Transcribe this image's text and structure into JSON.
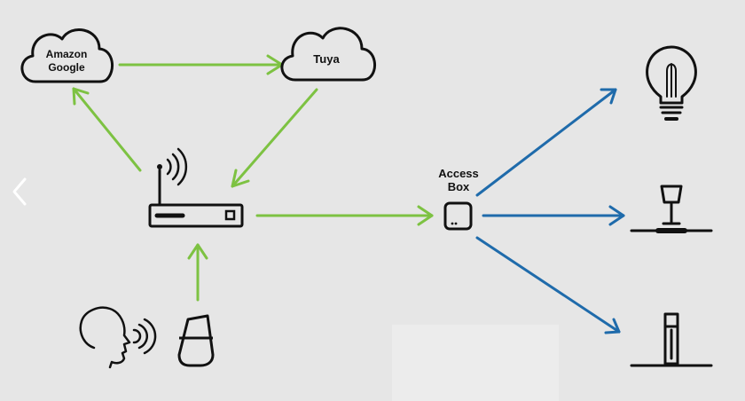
{
  "nodes": {
    "cloud_left": {
      "line1": "Amazon",
      "line2": "Google"
    },
    "cloud_right": {
      "label": "Tuya"
    },
    "access_box": {
      "line1": "Access",
      "line2": "Box"
    }
  },
  "icons": {
    "nav_prev": "chevron-left-icon",
    "router": "router-icon",
    "person": "speaking-person-icon",
    "speaker": "smart-speaker-icon",
    "bulb": "light-bulb-icon",
    "table_lamp": "table-lamp-icon",
    "floor_lamp": "floor-lamp-icon"
  },
  "colors": {
    "background": "#e6e6e6",
    "green": "#7dc242",
    "blue": "#1f6bab",
    "icon": "#111111"
  }
}
